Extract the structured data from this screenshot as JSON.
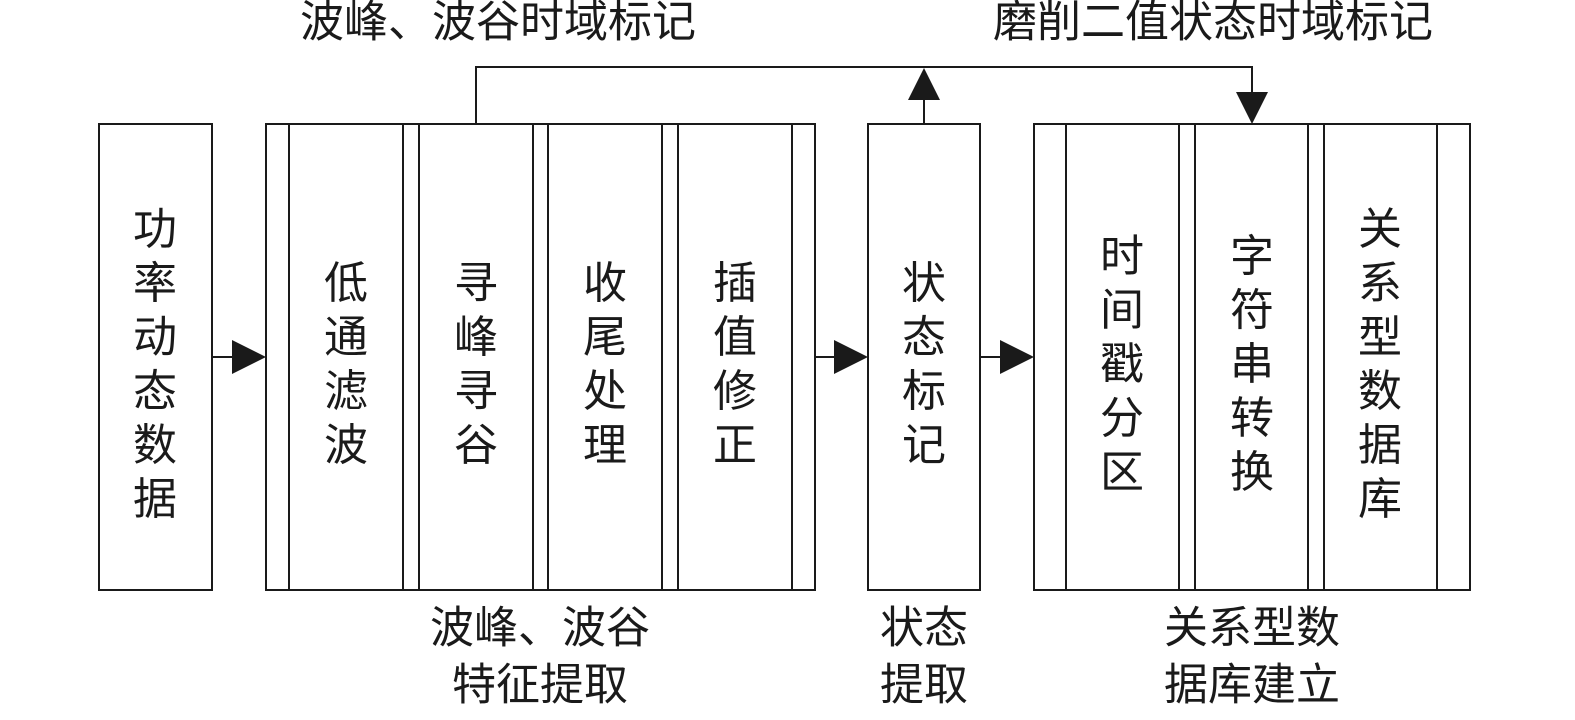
{
  "input": {
    "label": "功率动态数据"
  },
  "groups": [
    {
      "key": "peak_valley",
      "caption": [
        "波峰、波谷",
        "特征提取"
      ],
      "steps": [
        "低通滤波",
        "寻峰寻谷",
        "收尾处理",
        "插值修正"
      ]
    },
    {
      "key": "state",
      "caption": [
        "状态",
        "提取"
      ],
      "steps": [
        "状态标记"
      ]
    },
    {
      "key": "database",
      "caption": [
        "关系型数",
        "据库建立"
      ],
      "steps": [
        "时间戳分区",
        "字符串转换",
        "关系型数据库"
      ]
    }
  ],
  "feedback": {
    "left_label": "波峰、波谷时域标记",
    "right_label": "磨削二值状态时域标记"
  }
}
